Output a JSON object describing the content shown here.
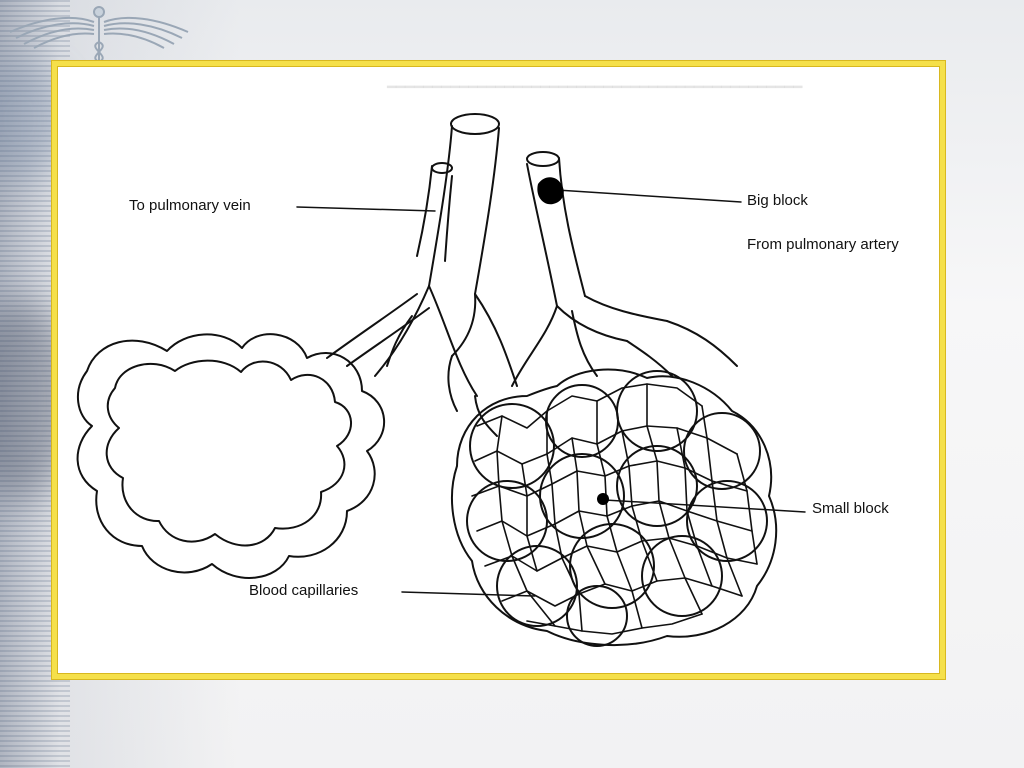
{
  "labels": {
    "pulmonary_vein": "To pulmonary vein",
    "big_block": "Big block",
    "pulmonary_artery": "From pulmonary artery",
    "small_block": "Small block",
    "capillaries": "Blood capillaries"
  },
  "colors": {
    "frame": "#f5e04a",
    "ink": "#111111",
    "block": "#000000"
  }
}
